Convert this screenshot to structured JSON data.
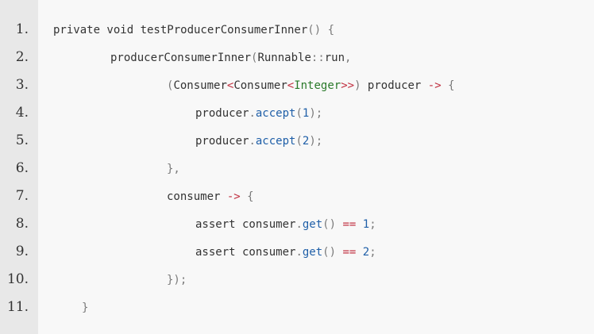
{
  "colors": {
    "background": "#f8f8f8",
    "gutter": "#e8e8e8",
    "plain": "#333333",
    "punctuation": "#7a7a7a",
    "method": "#1f5fa8",
    "type": "#2a7a2a",
    "operator": "#c03040"
  },
  "line_numbers": [
    "1.",
    "2.",
    "3.",
    "4.",
    "5.",
    "6.",
    "7.",
    "8.",
    "9.",
    "10.",
    "11."
  ],
  "lines": [
    [
      {
        "t": "private void testProducerConsumerInner",
        "k": "plain"
      },
      {
        "t": "() {",
        "k": "punct"
      }
    ],
    [
      {
        "t": "producerConsumerInner",
        "k": "plain"
      },
      {
        "t": "(",
        "k": "punct"
      },
      {
        "t": "Runnable",
        "k": "plain"
      },
      {
        "t": "::",
        "k": "punct"
      },
      {
        "t": "run",
        "k": "plain"
      },
      {
        "t": ",",
        "k": "punct"
      }
    ],
    [
      {
        "t": "(",
        "k": "punct"
      },
      {
        "t": "Consumer",
        "k": "plain"
      },
      {
        "t": "<",
        "k": "op"
      },
      {
        "t": "Consumer",
        "k": "plain"
      },
      {
        "t": "<",
        "k": "op"
      },
      {
        "t": "Integer",
        "k": "type"
      },
      {
        "t": ">>",
        "k": "op"
      },
      {
        "t": ")",
        "k": "punct"
      },
      {
        "t": " producer ",
        "k": "plain"
      },
      {
        "t": "->",
        "k": "op"
      },
      {
        "t": " {",
        "k": "punct"
      }
    ],
    [
      {
        "t": "producer",
        "k": "plain"
      },
      {
        "t": ".",
        "k": "punct"
      },
      {
        "t": "accept",
        "k": "method"
      },
      {
        "t": "(",
        "k": "punct"
      },
      {
        "t": "1",
        "k": "num"
      },
      {
        "t": ");",
        "k": "punct"
      }
    ],
    [
      {
        "t": "producer",
        "k": "plain"
      },
      {
        "t": ".",
        "k": "punct"
      },
      {
        "t": "accept",
        "k": "method"
      },
      {
        "t": "(",
        "k": "punct"
      },
      {
        "t": "2",
        "k": "num"
      },
      {
        "t": ");",
        "k": "punct"
      }
    ],
    [
      {
        "t": "},",
        "k": "punct"
      }
    ],
    [
      {
        "t": "consumer ",
        "k": "plain"
      },
      {
        "t": "->",
        "k": "op"
      },
      {
        "t": " {",
        "k": "punct"
      }
    ],
    [
      {
        "t": "assert consumer",
        "k": "plain"
      },
      {
        "t": ".",
        "k": "punct"
      },
      {
        "t": "get",
        "k": "method"
      },
      {
        "t": "() ",
        "k": "punct"
      },
      {
        "t": "==",
        "k": "op"
      },
      {
        "t": " ",
        "k": "plain"
      },
      {
        "t": "1",
        "k": "num"
      },
      {
        "t": ";",
        "k": "punct"
      }
    ],
    [
      {
        "t": "assert consumer",
        "k": "plain"
      },
      {
        "t": ".",
        "k": "punct"
      },
      {
        "t": "get",
        "k": "method"
      },
      {
        "t": "() ",
        "k": "punct"
      },
      {
        "t": "==",
        "k": "op"
      },
      {
        "t": " ",
        "k": "plain"
      },
      {
        "t": "2",
        "k": "num"
      },
      {
        "t": ";",
        "k": "punct"
      }
    ],
    [
      {
        "t": "});",
        "k": "punct"
      }
    ],
    [
      {
        "t": "}",
        "k": "punct"
      }
    ]
  ]
}
